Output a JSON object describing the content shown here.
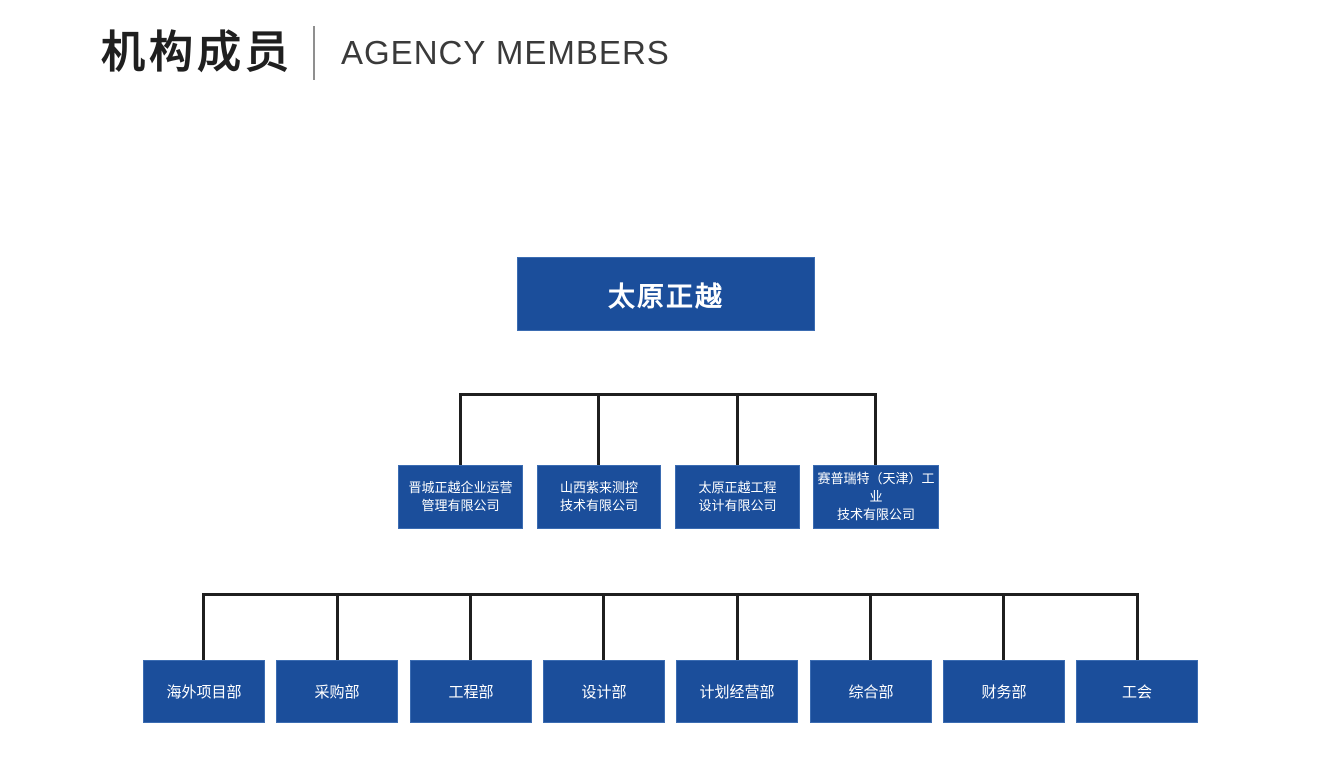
{
  "header": {
    "title_cn": "机构成员",
    "title_en": "AGENCY MEMBERS"
  },
  "colors": {
    "box_blue": "#1b4e9b",
    "connector_black": "#1f1f1f",
    "title_dark": "#1f1f1f",
    "subtitle_gray": "#3a3a3a"
  },
  "org": {
    "root": {
      "label": "太原正越"
    },
    "level2": [
      {
        "line1": "晋城正越企业运营",
        "line2": "管理有限公司"
      },
      {
        "line1": "山西紫来测控",
        "line2": "技术有限公司"
      },
      {
        "line1": "太原正越工程",
        "line2": "设计有限公司"
      },
      {
        "line1": "赛普瑞特（天津）工业",
        "line2": "技术有限公司"
      }
    ],
    "level3": [
      {
        "label": "海外项目部"
      },
      {
        "label": "采购部"
      },
      {
        "label": "工程部"
      },
      {
        "label": "设计部"
      },
      {
        "label": "计划经营部"
      },
      {
        "label": "综合部"
      },
      {
        "label": "财务部"
      },
      {
        "label": "工会"
      }
    ]
  }
}
